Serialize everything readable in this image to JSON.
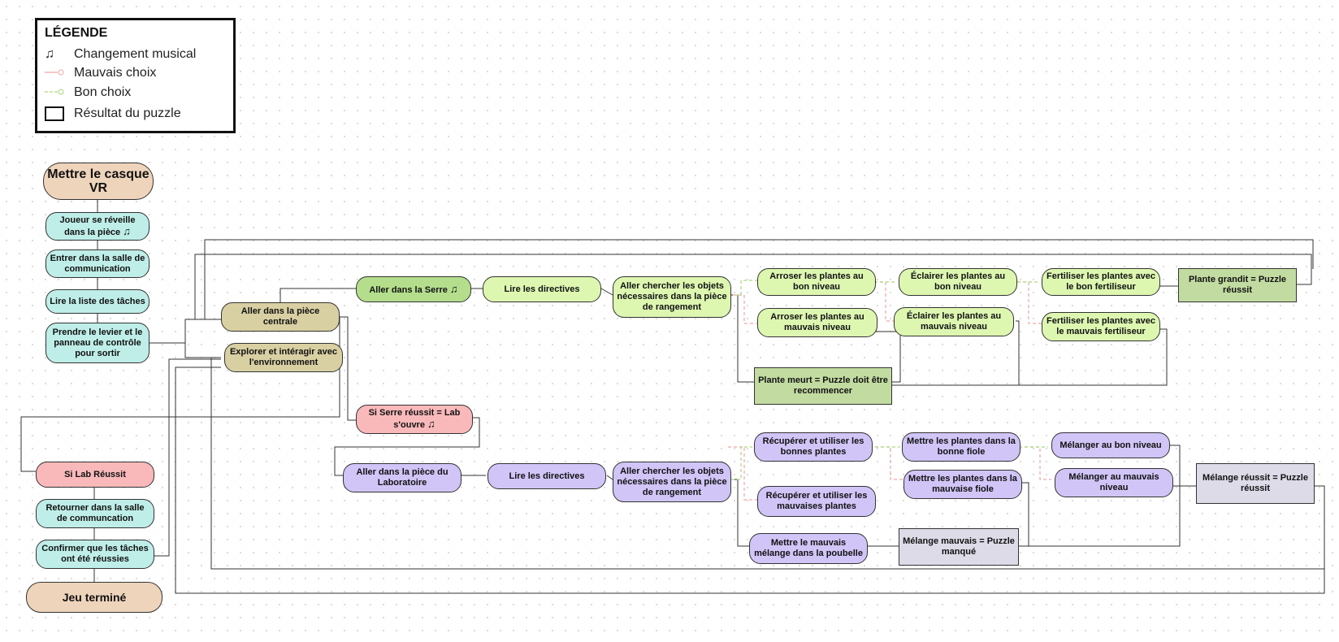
{
  "legend": {
    "title": "LÉGENDE",
    "music_symbol": "♫",
    "music_label": "Changement musical",
    "bad_label": "Mauvais choix",
    "good_label": "Bon choix",
    "result_label": "Résultat du puzzle"
  },
  "colors": {
    "bad_choice": "#f4a7a7",
    "good_choice": "#a9d97c",
    "connector": "#333333"
  },
  "nodes": {
    "casque": "Mettre le casque VR",
    "reveil": "Joueur se réveille dans la pièce",
    "salle_comm": "Entrer dans la salle de communication",
    "liste_taches": "Lire la liste des tâches",
    "levier": "Prendre le levier et le panneau de contrôle pour sortir",
    "piece_centrale": "Aller dans la pièce centrale",
    "explorer": "Explorer et intéragir avec l'environnement",
    "serre": "Aller dans la Serre",
    "directives_serre": "Lire les directives",
    "objets_serre": "Aller chercher les objets nécessaires dans la pièce de rangement",
    "arroser_bon": "Arroser les plantes au bon niveau",
    "arroser_mauvais": "Arroser les plantes au mauvais niveau",
    "eclairer_bon": "Éclairer les plantes au bon niveau",
    "eclairer_mauvais": "Éclairer les plantes au mauvais niveau",
    "fertiliser_bon": "Fertiliser les plantes avec le bon fertiliseur",
    "fertiliser_mauvais": "Fertiliser les plantes avec le mauvais fertiliseur",
    "plante_grandit": "Plante grandit = Puzzle réussit",
    "plante_meurt": "Plante meurt = Puzzle doit être recommencer",
    "serre_reussit": "Si Serre réussit = Lab s'ouvre",
    "labo": "Aller dans la pièce du Laboratoire",
    "directives_labo": "Lire les directives",
    "objets_labo": "Aller chercher les objets nécessaires dans la pièce de rangement",
    "bonnes_plantes": "Récupérer et utiliser les bonnes plantes",
    "mauvaises_plantes": "Récupérer et utiliser les mauvaises plantes",
    "bonne_fiole": "Mettre les plantes dans la bonne fiole",
    "mauvaise_fiole": "Mettre les plantes dans la mauvaise fiole",
    "melanger_bon": "Mélanger au bon niveau",
    "melanger_mauvais": "Mélanger au mauvais niveau",
    "melange_reussit": "Mélange réussit = Puzzle réussit",
    "melange_mauvais": "Mélange mauvais = Puzzle manqué",
    "poubelle": "Mettre le mauvais mélange dans la poubelle",
    "lab_reussit": "Si Lab Réussit",
    "retourner": "Retourner dans la salle de communcation",
    "confirmer": "Confirmer que les tâches ont été réussies",
    "jeu_termine": "Jeu terminé"
  }
}
